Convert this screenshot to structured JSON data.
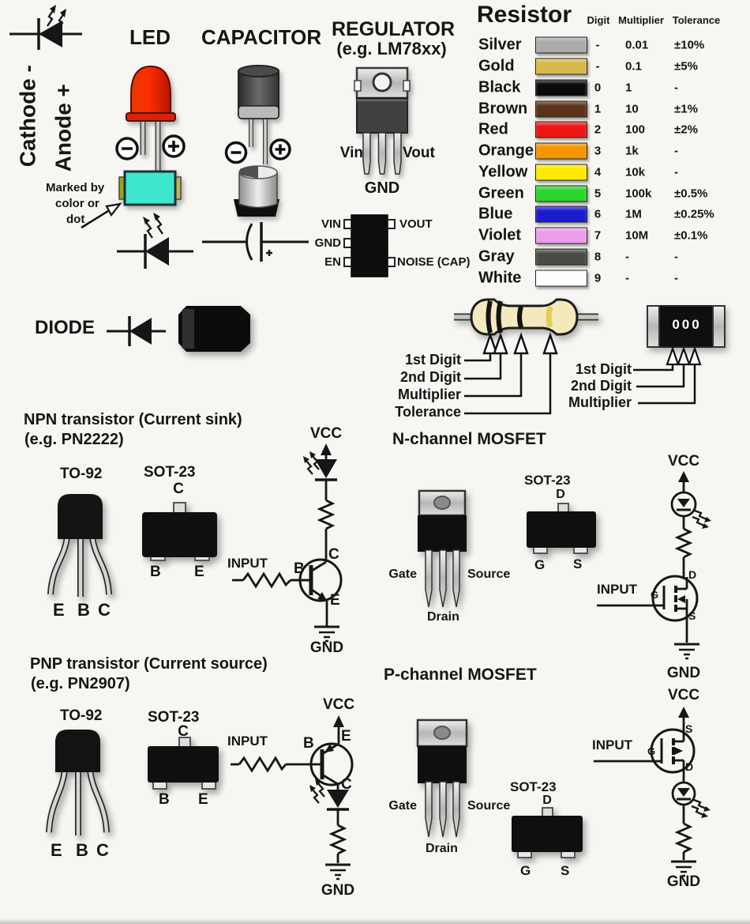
{
  "led": {
    "title": "LED",
    "cathode_label": "Cathode -",
    "anode_label": "Anode +",
    "note": [
      "Marked by",
      "color or",
      "dot"
    ]
  },
  "capacitor": {
    "title": "CAPACITOR"
  },
  "regulator": {
    "title": "REGULATOR",
    "subtitle": "(e.g. LM78xx)",
    "to220": {
      "vin": "Vin",
      "vout": "Vout",
      "gnd": "GND"
    },
    "smd": {
      "vin": "VIN",
      "gnd": "GND",
      "en": "EN",
      "vout": "VOUT",
      "noise": "NOISE (CAP)"
    }
  },
  "resistor": {
    "title": "Resistor",
    "columns": {
      "digit": "Digit",
      "multiplier": "Multiplier",
      "tolerance": "Tolerance"
    },
    "rows": [
      {
        "name": "Silver",
        "color": "#ababab",
        "digit": "-",
        "multiplier": "0.01",
        "tolerance": "±10%"
      },
      {
        "name": "Gold",
        "color": "#d8b84a",
        "digit": "-",
        "multiplier": "0.1",
        "tolerance": "±5%"
      },
      {
        "name": "Black",
        "color": "#0a0a0a",
        "digit": "0",
        "multiplier": "1",
        "tolerance": "-"
      },
      {
        "name": "Brown",
        "color": "#5b3318",
        "digit": "1",
        "multiplier": "10",
        "tolerance": "±1%"
      },
      {
        "name": "Red",
        "color": "#ee1512",
        "digit": "2",
        "multiplier": "100",
        "tolerance": "±2%"
      },
      {
        "name": "Orange",
        "color": "#f49400",
        "digit": "3",
        "multiplier": "1k",
        "tolerance": "-"
      },
      {
        "name": "Yellow",
        "color": "#fde903",
        "digit": "4",
        "multiplier": "10k",
        "tolerance": "-"
      },
      {
        "name": "Green",
        "color": "#2cd52c",
        "digit": "5",
        "multiplier": "100k",
        "tolerance": "±0.5%"
      },
      {
        "name": "Blue",
        "color": "#1b1bd0",
        "digit": "6",
        "multiplier": "1M",
        "tolerance": "±0.25%"
      },
      {
        "name": "Violet",
        "color": "#eb9dea",
        "digit": "7",
        "multiplier": "10M",
        "tolerance": "±0.1%"
      },
      {
        "name": "Gray",
        "color": "#4b4b45",
        "digit": "8",
        "multiplier": "-",
        "tolerance": "-"
      },
      {
        "name": "White",
        "color": "#fdfdfd",
        "digit": "9",
        "multiplier": "-",
        "tolerance": "-"
      }
    ],
    "axial_callouts": [
      "1st Digit",
      "2nd Digit",
      "Multiplier",
      "Tolerance"
    ],
    "smd_callouts": [
      "1st Digit",
      "2nd Digit",
      "Multiplier"
    ],
    "smd_code": "000"
  },
  "diode": {
    "title": "DIODE"
  },
  "npn": {
    "title": "NPN transistor (Current sink)",
    "subtitle": "(e.g. PN2222)",
    "to92_label": "TO-92",
    "to92_pins": [
      "E",
      "B",
      "C"
    ],
    "sot23_label": "SOT-23",
    "sot23_top": "C",
    "sot23_left": "B",
    "sot23_right": "E",
    "circuit": {
      "vcc": "VCC",
      "gnd": "GND",
      "input": "INPUT",
      "base": "B",
      "collector": "C",
      "emitter": "E"
    }
  },
  "pnp": {
    "title": "PNP transistor (Current source)",
    "subtitle": "(e.g. PN2907)",
    "to92_label": "TO-92",
    "to92_pins": [
      "E",
      "B",
      "C"
    ],
    "sot23_label": "SOT-23",
    "sot23_top": "C",
    "sot23_left": "B",
    "sot23_right": "E",
    "circuit": {
      "vcc": "VCC",
      "gnd": "GND",
      "input": "INPUT",
      "base": "B",
      "collector": "C",
      "emitter": "E"
    }
  },
  "nmos": {
    "title": "N-channel MOSFET",
    "to220_pins": {
      "gate": "Gate",
      "source": "Source",
      "drain": "Drain"
    },
    "sot23_label": "SOT-23",
    "sot23_top": "D",
    "sot23_left": "G",
    "sot23_right": "S",
    "circuit": {
      "vcc": "VCC",
      "gnd": "GND",
      "input": "INPUT",
      "g": "G",
      "d": "D",
      "s": "S"
    }
  },
  "pmos": {
    "title": "P-channel MOSFET",
    "to220_pins": {
      "gate": "Gate",
      "source": "Source",
      "drain": "Drain"
    },
    "sot23_label": "SOT-23",
    "sot23_top": "D",
    "sot23_left": "G",
    "sot23_right": "S",
    "circuit": {
      "vcc": "VCC",
      "gnd": "GND",
      "input": "INPUT",
      "g": "G",
      "d": "D",
      "s": "S"
    }
  }
}
